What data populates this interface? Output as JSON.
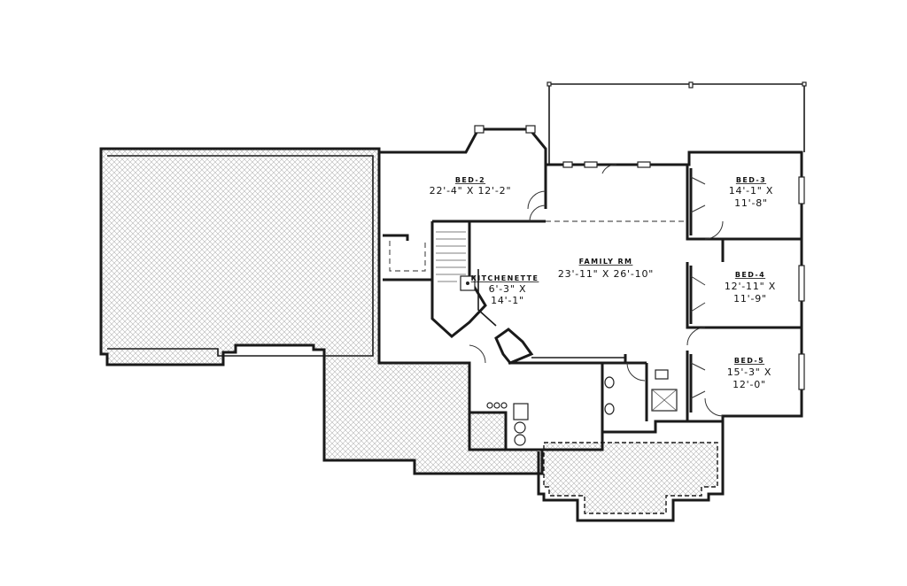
{
  "rooms": {
    "bed2": {
      "name": "BED-2",
      "dims": "22'-4\" X 12'-2\""
    },
    "bed3": {
      "name": "BED-3",
      "dims_line1": "14'-1\" X",
      "dims_line2": "11'-8\""
    },
    "family": {
      "name": "FAMILY RM",
      "dims": "23'-11\" X 26'-10\""
    },
    "kitchenette": {
      "name": "KITCHENETTE",
      "dims_line1": "6'-3\" X",
      "dims_line2": "14'-1\""
    },
    "bed4": {
      "name": "BED-4",
      "dims_line1": "12'-11\" X",
      "dims_line2": "11'-9\""
    },
    "bed5": {
      "name": "BED-5",
      "dims_line1": "15'-3\" X",
      "dims_line2": "12'-0\""
    }
  }
}
